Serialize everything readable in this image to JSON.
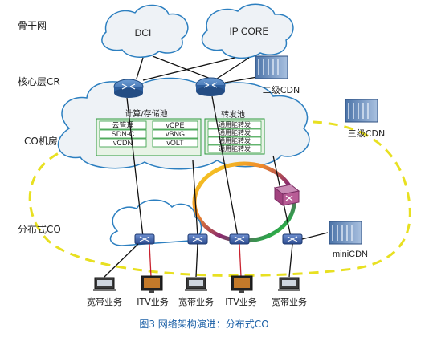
{
  "layers": {
    "backbone": "骨干网",
    "core": "核心层CR",
    "co": "CO机房",
    "distributed": "分布式CO"
  },
  "clouds": {
    "dci": "DCI",
    "ipcore": "IP CORE"
  },
  "cdn": {
    "level2": "二级CDN",
    "level3": "三级CDN",
    "mini": "miniCDN"
  },
  "compute_pool": {
    "title": "计算/存储池",
    "left_items": [
      "云管理",
      "SDN-C",
      "vCDN",
      "..."
    ],
    "right_items": [
      "vCPE",
      "vBNG",
      "vOLT"
    ]
  },
  "forward_pool": {
    "title": "转发池",
    "items": [
      "通用能转发",
      "通用能转发",
      "通用能转发",
      "通用能转发"
    ]
  },
  "services": [
    "宽带业务",
    "ITV业务",
    "宽带业务",
    "ITV业务",
    "宽带业务"
  ],
  "caption": "图3  网络架构演进：分布式CO",
  "colors": {
    "accent_blue": "#1a5fa6",
    "dashed_yellow": "#e8e021",
    "cloud_fill": "#eef2f6",
    "cloud_stroke": "#2c7fc0"
  }
}
